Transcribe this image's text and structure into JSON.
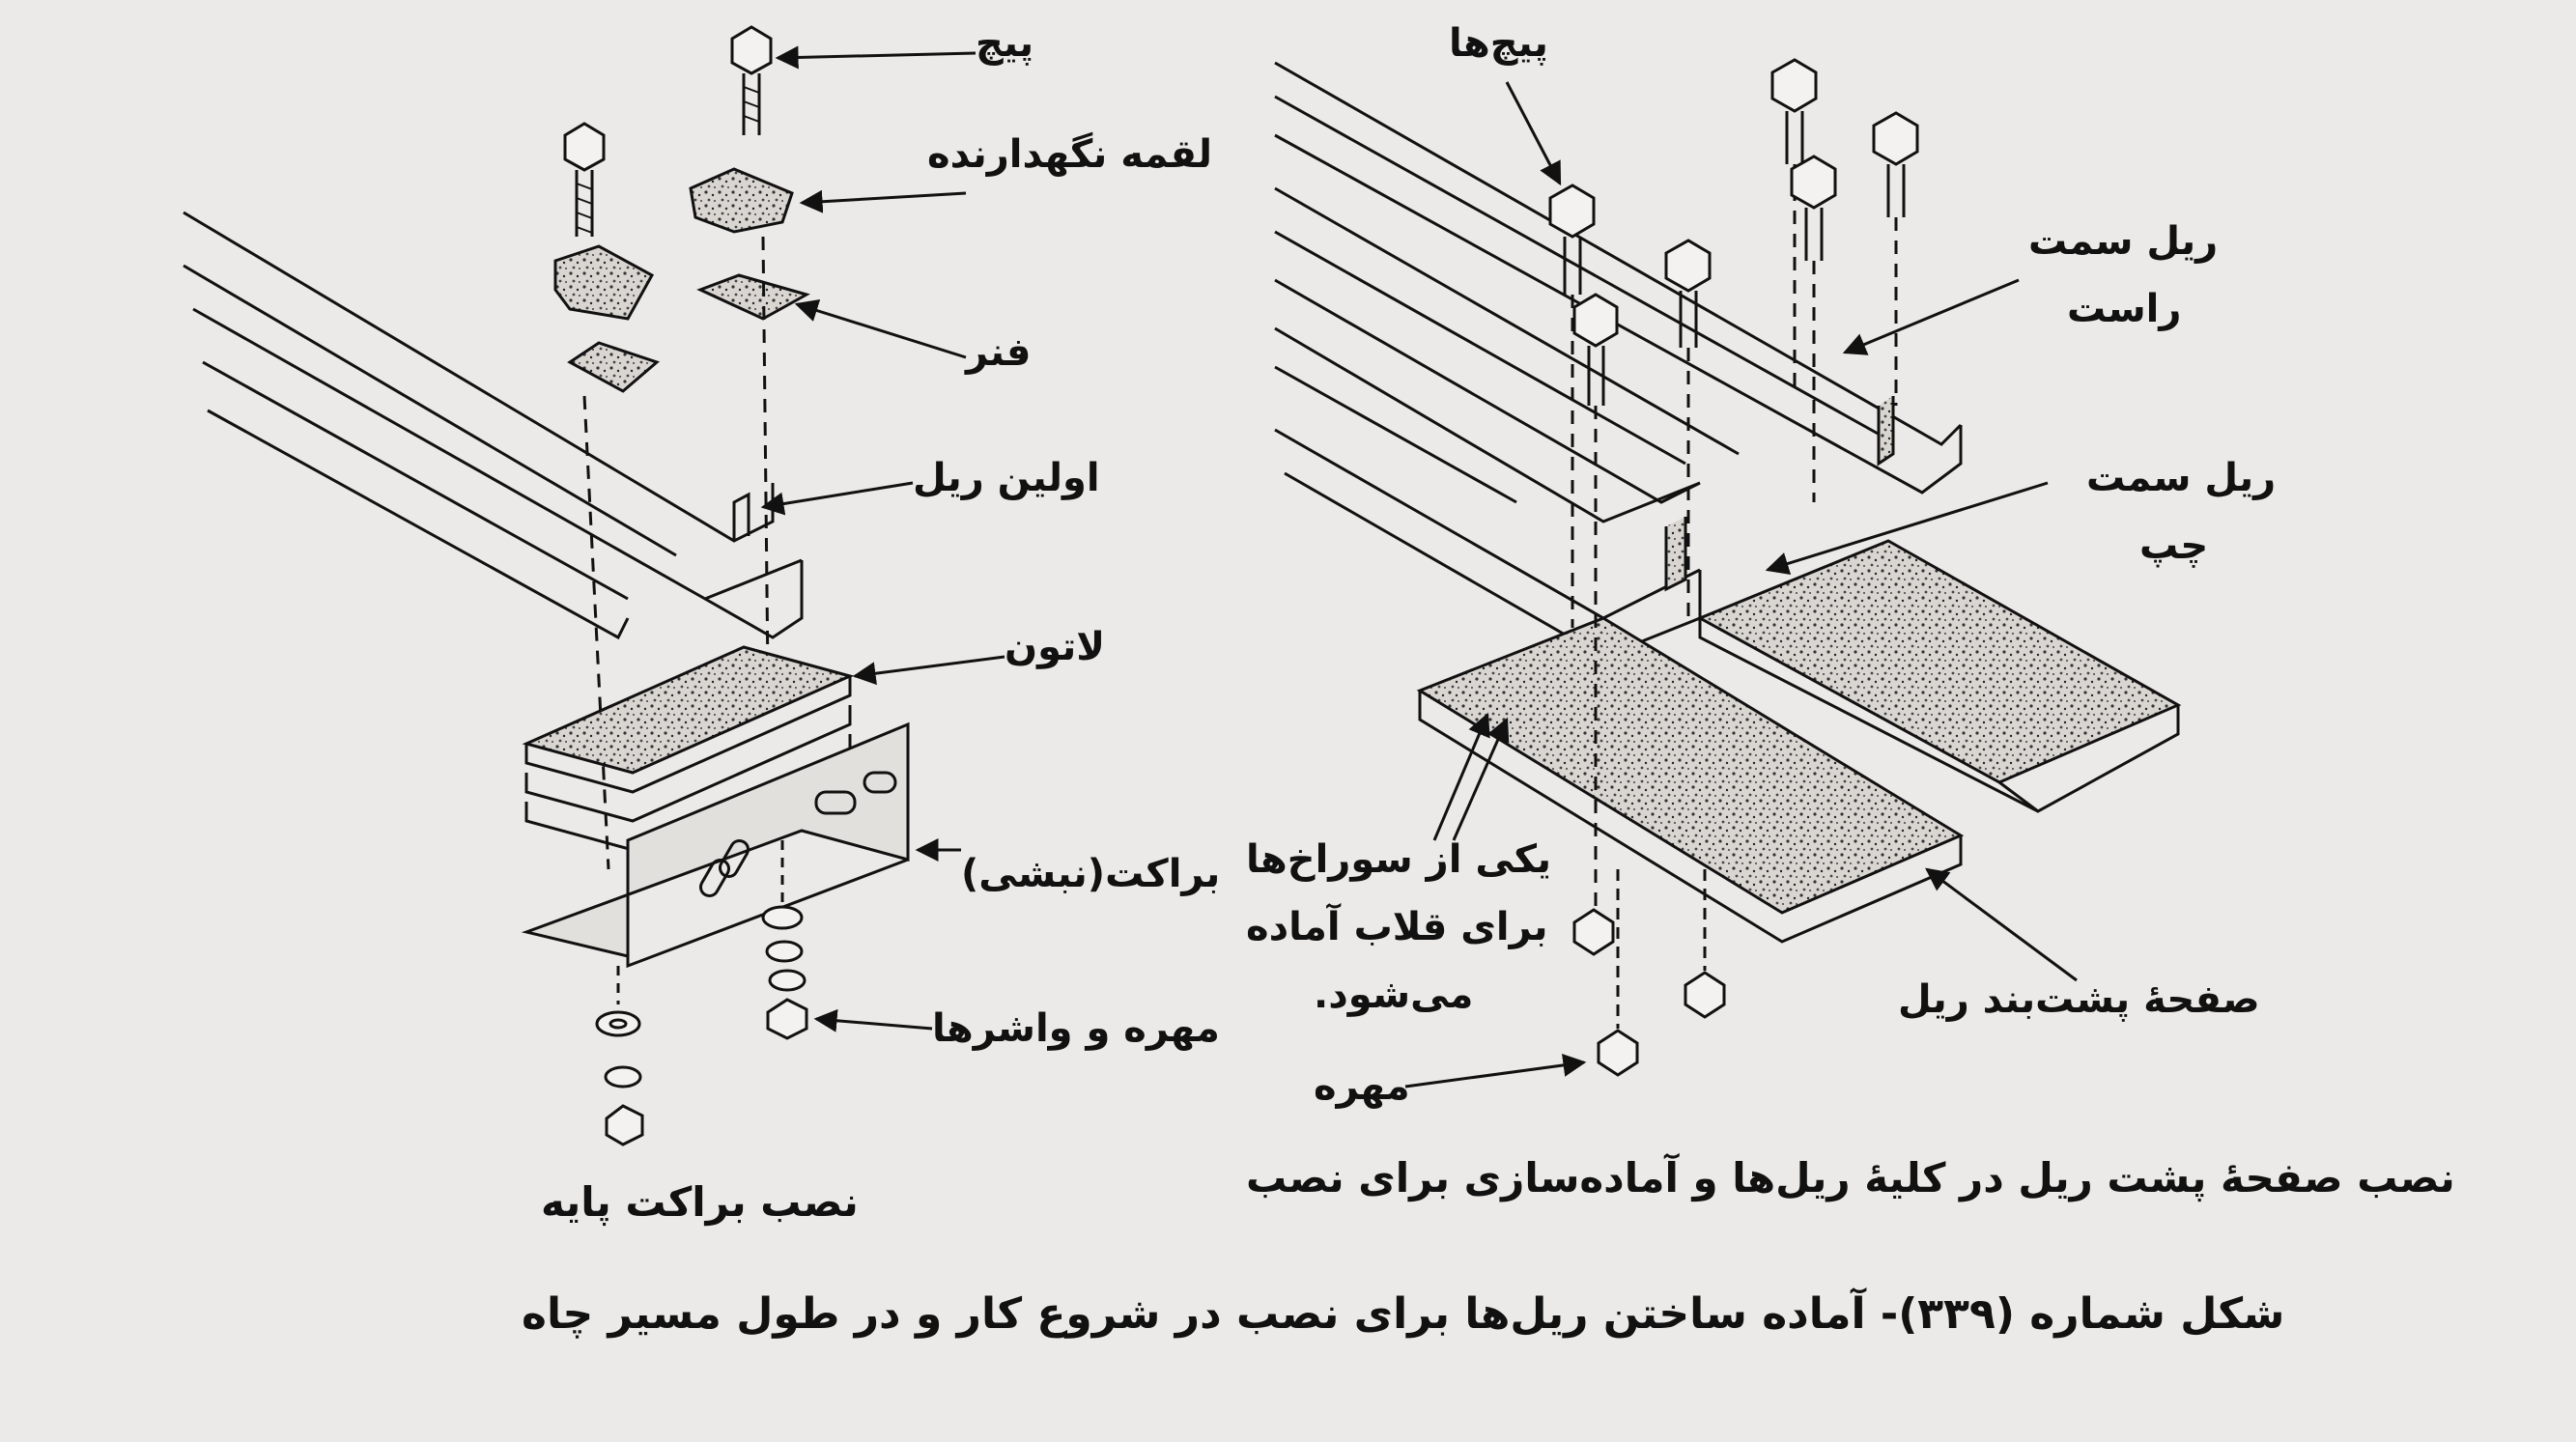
{
  "left_diagram": {
    "caption": "نصب براکت پایه",
    "labels": {
      "bolt": "پیچ",
      "clip": "لقمه نگهدارنده",
      "spring": "فنر",
      "first_rail": "اولین ریل",
      "brass_shim": "لاتون",
      "bracket": "براکت(نبشی)",
      "nut_washers": "مهره و واشرها"
    }
  },
  "right_diagram": {
    "caption": "نصب صفحهٔ پشت ریل در کلیهٔ ریل‌ها و آماده‌سازی برای نصب",
    "labels": {
      "bolts": "پیچ‌ها",
      "right_rail_line1": "ریل سمت",
      "right_rail_line2": "راست",
      "left_rail_line1": "ریل سمت",
      "left_rail_line2": "چپ",
      "holes_line1": "یکی از سوراخ‌ها",
      "holes_line2": "برای قلاب آماده",
      "holes_line3": "می‌شود.",
      "backing_plate": "صفحهٔ پشت‌بند ریل",
      "nut": "مهره"
    }
  },
  "figure_caption": "شکل شماره (۳۳۹)- آماده ساختن ریل‌ها برای نصب در شروع کار و در طول مسیر چاه",
  "colors": {
    "paper": "#eceae8",
    "ink": "#111111"
  }
}
